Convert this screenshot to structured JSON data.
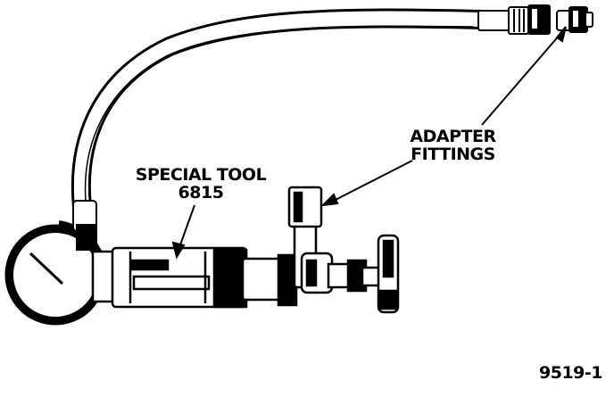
{
  "labels": {
    "special_tool_line1": "SPECIAL TOOL",
    "special_tool_line2": "6815",
    "adapter_line1": "ADAPTER",
    "adapter_line2": "FITTINGS",
    "figure_number": "9519-1"
  },
  "colors": {
    "line": "#000000",
    "background": "#ffffff"
  }
}
